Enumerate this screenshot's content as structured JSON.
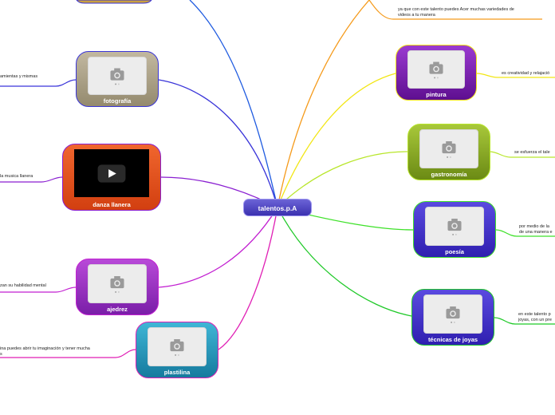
{
  "central": {
    "title": "talentos.p.A"
  },
  "branches": [
    {
      "label": "fotografía",
      "leaf": "amientas y mismas"
    },
    {
      "label": "danza llanera",
      "leaf": "la musica llanera"
    },
    {
      "label": "ajedrez",
      "leaf": "zan su habilidad mental"
    },
    {
      "label": "plastilina",
      "leaf_lines": [
        "ina puedes abrir tu imaginación y tener mucha",
        "s"
      ]
    },
    {
      "label": "pintura",
      "leaf": "es creatividad y relajació"
    },
    {
      "label": "gastronomía",
      "leaf": "se esfuerza el tale"
    },
    {
      "label": "poesía",
      "leaf_lines": [
        "por medio de la",
        "de una manera e"
      ]
    },
    {
      "label": "técnicas de joyas",
      "leaf_lines": [
        "en este talento p",
        "joyas, con un pre"
      ]
    }
  ],
  "top_right_leaf": [
    "ya que con este talento puedes Acer muchas variedades de",
    "videos a tu manera"
  ],
  "colors": {
    "fotografia": "#3a35d9",
    "danza": "#8a1fd1",
    "ajedrez": "#c21fd1",
    "plastilina": "#e01fb5",
    "pintura": "#f2e614",
    "gastronomia": "#b8e62a",
    "poesia": "#3fe12a",
    "joyas": "#1fc928",
    "orange": "#f59a1a",
    "blue_top": "#1f5be0"
  },
  "icons": {
    "photo_placeholder": "camera-icon",
    "video_play": "play-icon"
  }
}
